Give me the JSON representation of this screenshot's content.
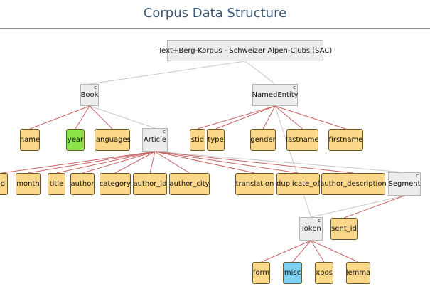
{
  "title": "Corpus Data Structure",
  "class_marker": "c",
  "nodes": {
    "root": "Text+Berg-Korpus - Schweizer Alpen-Clubs (SAC)",
    "book": "Book",
    "named_entity": "NamedEntity",
    "article": "Article",
    "segment": "Segment",
    "token": "Token",
    "name": "name",
    "year": "year",
    "languages": "languages",
    "stid": "stid",
    "type": "type",
    "gender": "gender",
    "lastname": "lastname",
    "firstname": "firstname",
    "id": "id",
    "month": "month",
    "title": "title",
    "author": "author",
    "category": "category",
    "author_id": "author_id",
    "author_city": "author_city",
    "translation": "translation",
    "duplicate_of": "duplicate_of",
    "author_description": "author_description",
    "sent_id": "sent_id",
    "form": "form",
    "misc": "misc",
    "xpos": "xpos",
    "lemma": "lemma"
  },
  "colors": {
    "attribute": "#fbd78a",
    "attribute_highlight_green": "#8ae44a",
    "attribute_highlight_blue": "#7fd0ee",
    "class_node": "#ededed",
    "class_edge": "#c8c8c8",
    "attribute_edge": "#c86464"
  }
}
